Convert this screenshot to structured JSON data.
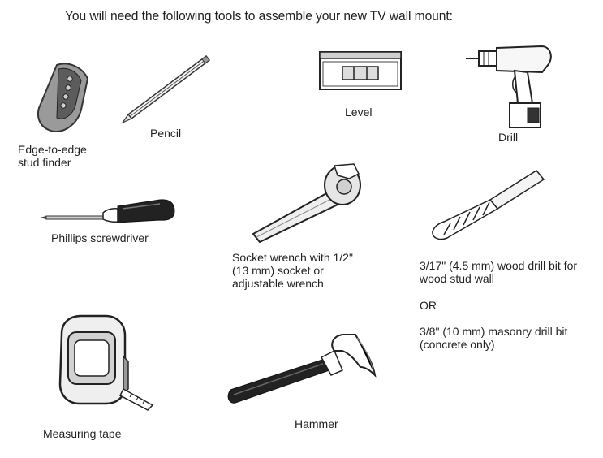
{
  "heading": "You will need the following tools to assemble your new TV wall mount:",
  "tools": {
    "stud_finder": {
      "label": "Edge-to-edge\nstud finder",
      "icon": "stud-finder-icon"
    },
    "pencil": {
      "label": "Pencil",
      "icon": "pencil-icon"
    },
    "level": {
      "label": "Level",
      "icon": "level-icon"
    },
    "drill": {
      "label": "Drill",
      "icon": "drill-icon"
    },
    "screwdriver": {
      "label": "Phillips screwdriver",
      "icon": "screwdriver-icon"
    },
    "socket_wrench": {
      "label": "Socket wrench with 1/2\"\n(13 mm) socket or\nadjustable wrench",
      "icon": "socket-wrench-icon"
    },
    "drill_bit": {
      "label_wood": "3/17\" (4.5 mm) wood drill bit for\nwood stud wall",
      "label_or": "OR",
      "label_masonry": "3/8\" (10 mm) masonry drill bit\n(concrete only)",
      "icon": "drill-bit-icon"
    },
    "measuring_tape": {
      "label": "Measuring tape",
      "icon": "measuring-tape-icon"
    },
    "hammer": {
      "label": "Hammer",
      "icon": "hammer-icon"
    }
  }
}
